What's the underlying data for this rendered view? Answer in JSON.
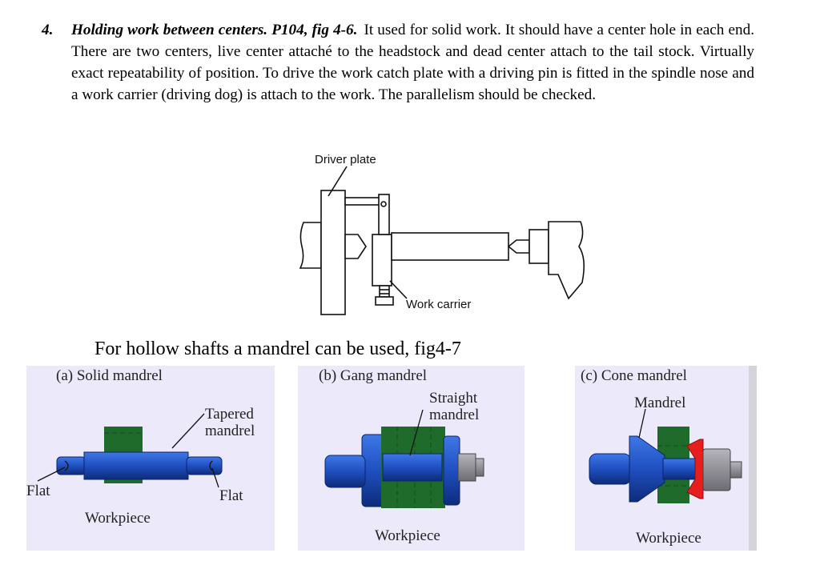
{
  "paragraph": {
    "number": "4.",
    "heading": "Holding work between centers. P104, fig 4-6.",
    "text": "It used for solid work. It should have a center hole in each end. There are two centers, live center attaché to the headstock and dead center attach to the tail stock. Virtually exact repeatability of position. To drive the work catch plate with a driving pin is fitted in the spindle nose and a work carrier (driving dog) is attach to the work. The parallelism should be checked."
  },
  "fig46": {
    "label_driver_plate": "Driver plate",
    "label_work_carrier": "Work carrier"
  },
  "caption": "For hollow shafts a mandrel can be used, fig4-7",
  "fig47": {
    "panel_a": {
      "title": "(a)  Solid  mandrel",
      "label_tapered": "Tapered",
      "label_mandrel": "mandrel",
      "label_flat_left": "Flat",
      "label_flat_right": "Flat",
      "label_workpiece": "Workpiece"
    },
    "panel_b": {
      "title": "(b)  Gang  mandrel",
      "label_straight": "Straight",
      "label_mandrel": "mandrel",
      "label_workpiece": "Workpiece"
    },
    "panel_c": {
      "title": "(c)  Cone  mandrel",
      "label_mandrel": "Mandrel",
      "label_workpiece": "Workpiece"
    },
    "colors": {
      "panel_bg": "#ece9fa",
      "mandrel_blue": "#1f4fc0",
      "workpiece_green": "#1f6b2c",
      "cone_red": "#e81e1e",
      "nut_gray": "#8a8a90"
    }
  }
}
